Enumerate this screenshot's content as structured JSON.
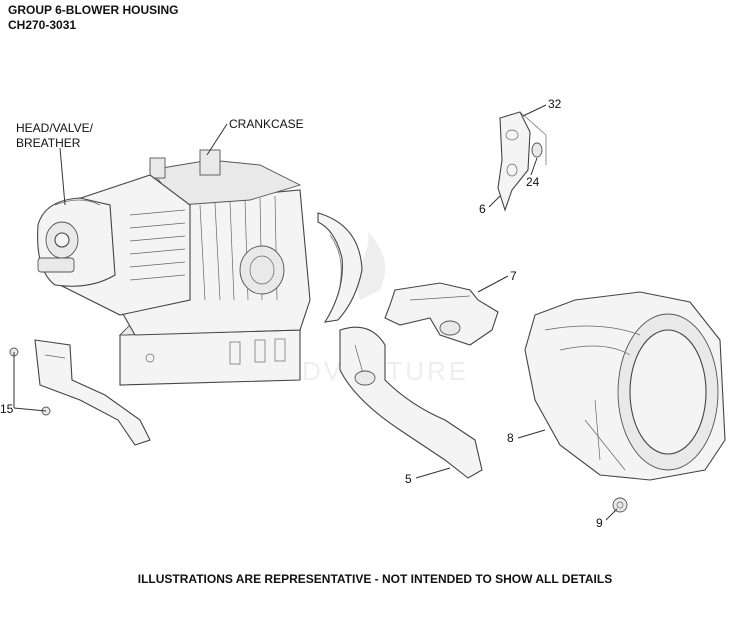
{
  "header": {
    "line1": "GROUP 6-BLOWER HOUSING",
    "line2": "CH270-3031"
  },
  "labels": {
    "head_valve": "HEAD/VALVE/",
    "breather": "BREATHER",
    "crankcase": "CRANKCASE",
    "p32": "32",
    "p24": "24",
    "p6": "6",
    "p7": "7",
    "p15": "15",
    "p5": "5",
    "p8": "8",
    "p9": "9"
  },
  "watermark": "LEADVENTURE",
  "footer": "ILLUSTRATIONS ARE REPRESENTATIVE - NOT INTENDED TO SHOW ALL DETAILS"
}
